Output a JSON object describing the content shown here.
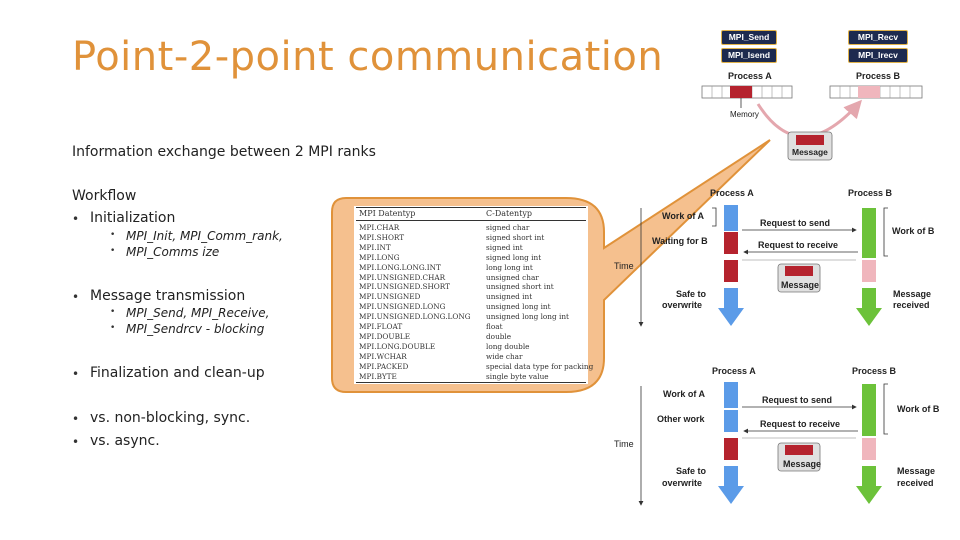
{
  "slide": {
    "title": "Point-2-point communication",
    "intro": "Information exchange between 2 MPI ranks",
    "workflow_heading": "Workflow",
    "bullets": [
      {
        "text": "Initialization",
        "subs": [
          "MPI_Init, MPI_Comm_rank,",
          "MPI_Comms ize"
        ]
      },
      {
        "text": "Message transmission",
        "subs": [
          "MPI_Send, MPI_Receive,",
          "MPI_Sendrcv - blocking"
        ]
      },
      {
        "text": "Finalization and clean-up",
        "subs": []
      }
    ],
    "extra_bullets": [
      "vs. non-blocking, sync.",
      "vs. async."
    ]
  },
  "datatype_table": {
    "headers": [
      "MPI Datentyp",
      "C-Datentyp"
    ],
    "rows": [
      [
        "MPI.CHAR",
        "signed char"
      ],
      [
        "MPI.SHORT",
        "signed short int"
      ],
      [
        "MPI.INT",
        "signed int"
      ],
      [
        "MPI.LONG",
        "signed long int"
      ],
      [
        "MPI.LONG.LONG.INT",
        "long long int"
      ],
      [
        "MPI.UNSIGNED.CHAR",
        "unsigned char"
      ],
      [
        "MPI.UNSIGNED.SHORT",
        "unsigned short int"
      ],
      [
        "MPI.UNSIGNED",
        "unsigned int"
      ],
      [
        "MPI.UNSIGNED.LONG",
        "unsigned long int"
      ],
      [
        "MPI.UNSIGNED.LONG.LONG",
        "unsigned long long int"
      ],
      [
        "MPI.FLOAT",
        "float"
      ],
      [
        "MPI.DOUBLE",
        "double"
      ],
      [
        "MPI.LONG.DOUBLE",
        "long double"
      ],
      [
        "MPI.WCHAR",
        "wide char"
      ],
      [
        "MPI.PACKED",
        "special data type for packing"
      ],
      [
        "MPI.BYTE",
        "single byte value"
      ]
    ]
  },
  "memory_diagram": {
    "send_tags": [
      "MPI_Send",
      "MPI_Isend"
    ],
    "recv_tags": [
      "MPI_Recv",
      "MPI_Irecv"
    ],
    "process_a": "Process A",
    "process_b": "Process B",
    "memory": "Memory",
    "message": "Message"
  },
  "sync_diagram": {
    "process_a": "Process A",
    "process_b": "Process B",
    "work_a": "Work of A",
    "waiting_b": "Waiting for B",
    "request_send": "Request to send",
    "request_receive": "Request to receive",
    "work_b": "Work of B",
    "time": "Time",
    "message": "Message",
    "safe": [
      "Safe to",
      "overwrite"
    ],
    "received": [
      "Message",
      "received"
    ]
  },
  "async_diagram": {
    "process_a": "Process A",
    "process_b": "Process B",
    "work_a": "Work of A",
    "other_work": "Other work",
    "request_send": "Request to send",
    "request_receive": "Request to receive",
    "work_b": "Work of B",
    "time": "Time",
    "message": "Message",
    "safe": [
      "Safe to",
      "overwrite"
    ],
    "received": [
      "Message",
      "received"
    ]
  },
  "colors": {
    "title": "#e0923a",
    "callout_fill": "#f5c08e",
    "callout_border": "#e0923a",
    "blue_arrow": "#5b9be8",
    "green_arrow": "#6cc23a",
    "red_block": "#b5232e",
    "tag_bg": "#1d2a4f",
    "tag_border": "#e0b24a"
  }
}
